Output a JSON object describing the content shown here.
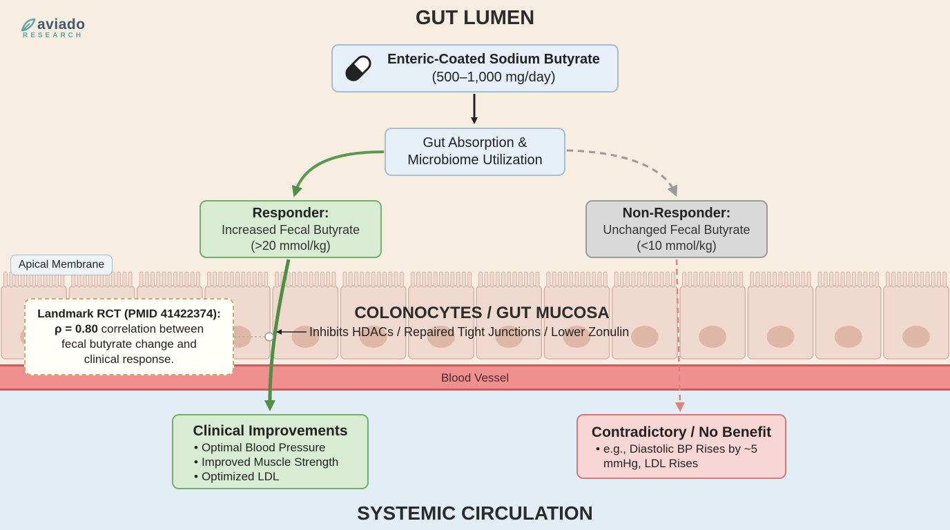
{
  "logo": {
    "name": "aviado",
    "sub": "RESEARCH"
  },
  "sections": {
    "lumen": "GUT LUMEN",
    "systemic": "SYSTEMIC CIRCULATION",
    "mucosa": "COLONOCYTES / GUT MUCOSA",
    "blood_vessel": "Blood Vessel",
    "apical": "Apical Membrane"
  },
  "dose": {
    "title": "Enteric-Coated Sodium Butyrate",
    "detail": "(500–1,000 mg/day)",
    "icon": "capsule-icon"
  },
  "absorption": {
    "line1": "Gut Absorption &",
    "line2": "Microbiome Utilization"
  },
  "responder": {
    "title": "Responder:",
    "line1": "Increased Fecal Butyrate",
    "line2": "(>20 mmol/kg)"
  },
  "nonresponder": {
    "title": "Non-Responder:",
    "line1": "Unchanged Fecal Butyrate",
    "line2": "(<10 mmol/kg)"
  },
  "mechanism": "Inhibits HDACs / Repaired Tight Junctions / Lower Zonulin",
  "rct": {
    "title": "Landmark RCT (PMID 41422374):",
    "rho_label": "ρ = 0.80",
    "line1_rest": " correlation between",
    "line2": "fecal butyrate change and",
    "line3": "clinical response."
  },
  "clinical": {
    "title": "Clinical Improvements",
    "items": [
      "Optimal Blood Pressure",
      "Improved Muscle Strength",
      "Optimized LDL"
    ]
  },
  "contradictory": {
    "title": "Contradictory / No Benefit",
    "items": [
      "e.g., Diastolic BP Rises by ~5 mmHg, LDL Rises"
    ]
  },
  "colors": {
    "lumen_bg": "#f7ede0",
    "systemic_bg": "#e3edf6",
    "responder_green": "#5a9a4f",
    "nonresponder_gray": "#9a9a9a",
    "contra_red": "#e8807a",
    "vessel_red": "#ef8f8f"
  }
}
